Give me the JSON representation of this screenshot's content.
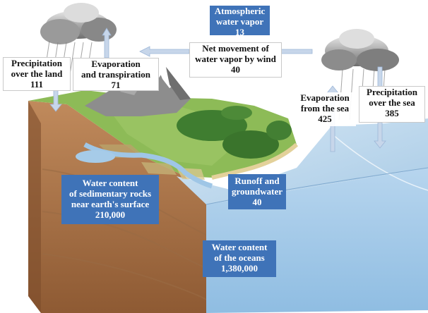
{
  "labels": {
    "atmospheric": [
      "Atmospheric",
      "water vapor",
      "13"
    ],
    "net_movement": [
      "Net movement of",
      "water vapor by wind",
      "40"
    ],
    "precip_land": [
      "Precipitation",
      "over the land",
      "111"
    ],
    "evap_transpiration": [
      "Evaporation",
      "and transpiration",
      "71"
    ],
    "evap_sea": [
      "Evaporation",
      "from the sea",
      "425"
    ],
    "precip_sea": [
      "Precipitation",
      "over the sea",
      "385"
    ],
    "sedimentary": [
      "Water content",
      "of sedimentary rocks",
      "near earth's surface",
      "210,000"
    ],
    "runoff": [
      "Runoff and",
      "groundwater",
      "40"
    ],
    "oceans": [
      "Water content",
      "of the oceans",
      "1,380,000"
    ]
  },
  "colors": {
    "label_blue": "#3f73b8",
    "ocean_top": "#bcd7ec",
    "ocean_side": "#9fc6e6",
    "soil": "#b27a4e",
    "soil_dark": "#8c5a35",
    "land": "#7fb04d",
    "forest": "#3d7a2e",
    "mountain": "#8a8a8a",
    "arrow": "#c7d6ea"
  }
}
